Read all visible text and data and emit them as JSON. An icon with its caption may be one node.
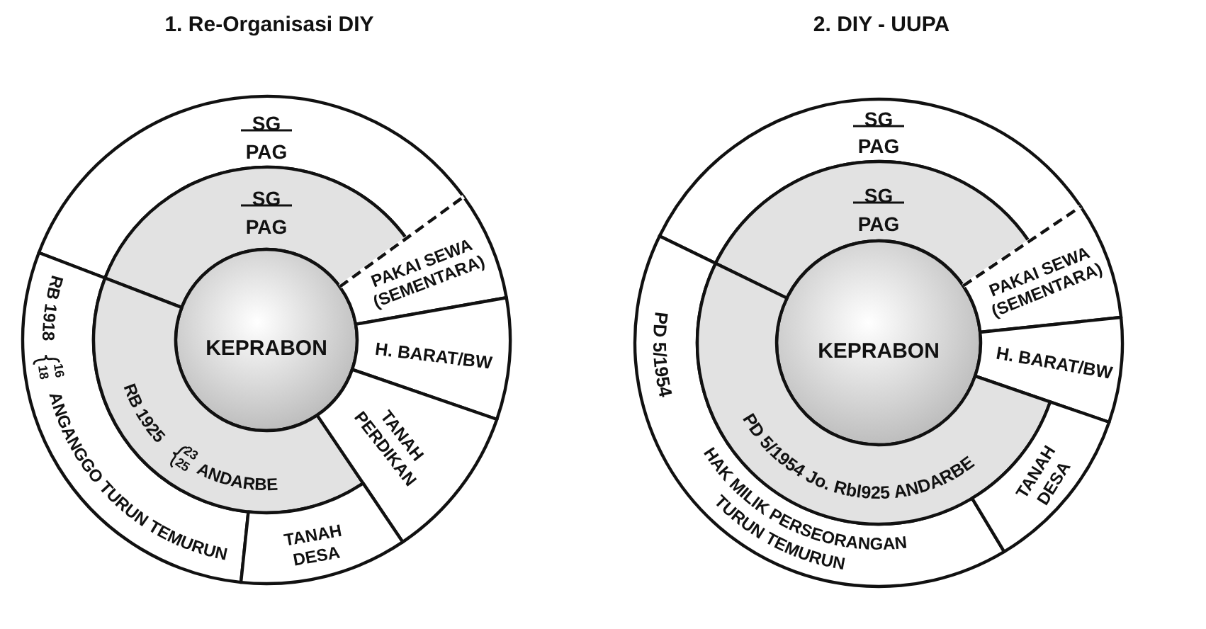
{
  "diagram": {
    "nodes": [
      {
        "text": [
          "SG",
          "PAG"
        ]
      },
      {
        "text": [
          "SG",
          "PAG"
        ]
      },
      {
        "text": [
          "KEPRABON"
        ]
      },
      {
        "text": [
          "PAKAI SEWA (SEMENTARA)"
        ]
      },
      {
        "text": [
          "H. BARAT/BW"
        ]
      },
      {
        "text": [
          "RB 1918",
          "16",
          "18",
          "ANGANGGO TURUN TEMURUN"
        ]
      },
      {
        "text": [
          "RB 1925",
          "23",
          "25",
          "ANDARBE"
        ]
      },
      {
        "text": [
          "TANAH PERDIKAN"
        ]
      },
      {
        "text": [
          "TANAH DESA"
        ]
      },
      {
        "text": [
          "SG",
          "PAG"
        ]
      },
      {
        "text": [
          "SG",
          "PAG"
        ]
      },
      {
        "text": [
          "KEPRABON"
        ]
      },
      {
        "text": [
          "PAKAI SEWA (SEMENTARA)"
        ]
      },
      {
        "text": [
          "H. BARAT/BW"
        ]
      },
      {
        "text": [
          "PD 5/1954",
          "HAK MILIK PERSEORANGAN TURUN TEMURUN"
        ]
      },
      {
        "text": [
          "PD 5/1954 Jo. Rbl925 ANDARBE"
        ]
      },
      {
        "text": [
          "TANAH DESA"
        ]
      }
    ],
    "labels": [
      "1. Re-Organisasi DIY",
      "2. DIY - UUPA"
    ]
  }
}
